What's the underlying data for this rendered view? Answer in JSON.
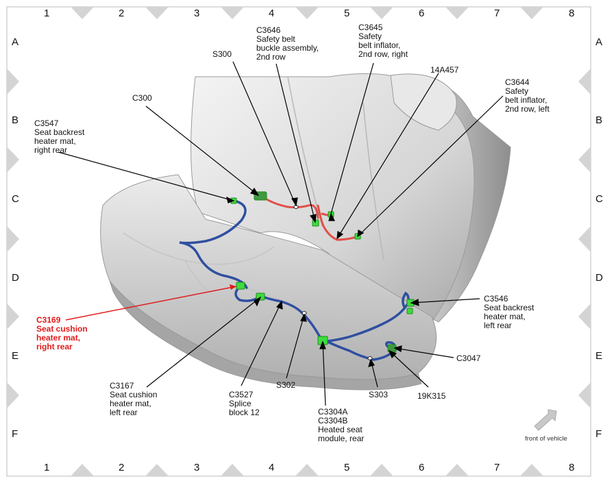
{
  "grid": {
    "columns": [
      "1",
      "2",
      "3",
      "4",
      "5",
      "6",
      "7",
      "8"
    ],
    "rows": [
      "A",
      "B",
      "C",
      "D",
      "E",
      "F"
    ]
  },
  "labels": {
    "c3646": "C3646\nSafety belt\nbuckle assembly,\n2nd row",
    "c3645": "C3645\nSafety\nbelt inflator,\n2nd row, right",
    "s300": "S300",
    "l14a457": "14A457",
    "c3644": "C3644\nSafety\nbelt inflator,\n2nd row, left",
    "c300": "C300",
    "c3547": "C3547\nSeat backrest\nheater mat,\nright rear",
    "c3169": "C3169\nSeat cushion\nheater mat,\nright rear",
    "c3546": "C3546\nSeat backrest\nheater mat,\nleft rear",
    "c3047": "C3047",
    "c3167": "C3167\nSeat cushion\nheater mat,\nleft rear",
    "c3527": "C3527\nSplice\nblock 12",
    "s302": "S302",
    "c3304": "C3304A\nC3304B\nHeated seat\nmodule, rear",
    "s303": "S303",
    "l19k315": "19K315",
    "front": "front of vehicle"
  },
  "colors": {
    "harness_blue": "#2f4fa0",
    "harness_red": "#e0504a",
    "connector_green": "#3ddc3d",
    "highlight_red": "#e01b1b"
  }
}
